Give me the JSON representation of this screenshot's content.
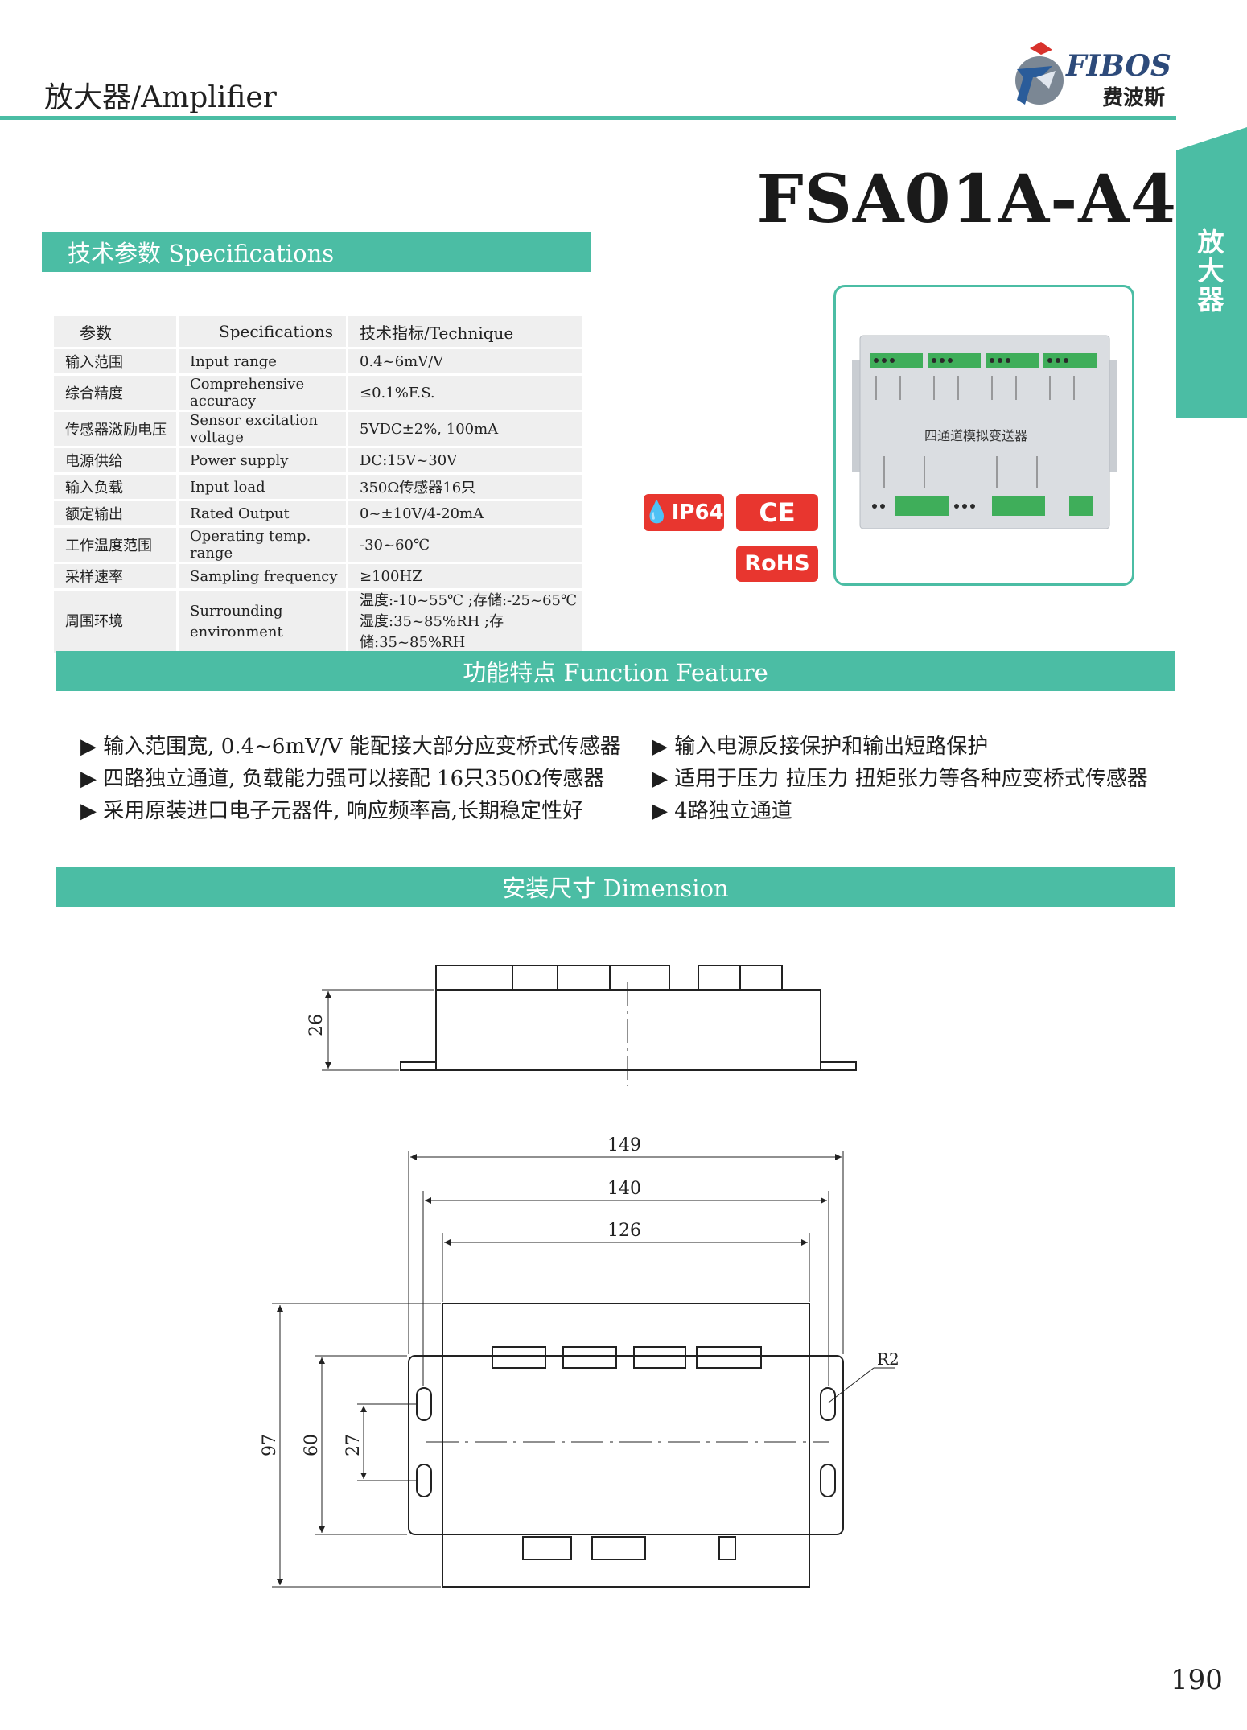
{
  "header": {
    "title": "放大器/Amplifier",
    "logo_text_en": "FIBOS",
    "logo_text_cn": "费波斯"
  },
  "model": "FSA01A-A4",
  "side_tab": {
    "label": "放大器"
  },
  "spec_section": {
    "title": "技术参数 Specifications",
    "columns": [
      "参数",
      "Specifications",
      "技术指标/Technique"
    ],
    "rows": [
      {
        "cn": "输入范围",
        "en": "Input range",
        "value": "0.4~6mV/V"
      },
      {
        "cn": "综合精度",
        "en": "Comprehensive accuracy",
        "value": "≤0.1%F.S."
      },
      {
        "cn": "传感器激励电压",
        "en": "Sensor excitation voltage",
        "value": "5VDC±2%, 100mA"
      },
      {
        "cn": "电源供给",
        "en": "Power supply",
        "value": "DC:15V~30V"
      },
      {
        "cn": "输入负载",
        "en": "Input load",
        "value": "350Ω传感器16只"
      },
      {
        "cn": "额定输出",
        "en": "Rated Output",
        "value": "0~±10V/4-20mA"
      },
      {
        "cn": "工作温度范围",
        "en": "Operating temp. range",
        "value": "-30~60℃"
      },
      {
        "cn": "采样速率",
        "en": "Sampling frequency",
        "value": "≥100HZ"
      }
    ],
    "env_row": {
      "cn": "周围环境",
      "en": "Surrounding environment",
      "value_line1": "温度:-10~55℃ ;存储:-25~65℃",
      "value_line2": "湿度:35~85%RH ;存储:35~85%RH"
    }
  },
  "product_photo": {
    "caption": "四通道模拟变送器"
  },
  "badges": {
    "ip": "IP64",
    "ce": "CE",
    "rohs": "RoHS"
  },
  "feature_section": {
    "title": "功能特点 Function Feature",
    "left": [
      "▶ 输入范围宽, 0.4~6mV/V 能配接大部分应变桥式传感器",
      "▶ 四路独立通道, 负载能力强可以接配 16只350Ω传感器",
      "▶ 采用原装进口电子元器件, 响应频率高,长期稳定性好"
    ],
    "right": [
      "▶ 输入电源反接保护和输出短路保护",
      "▶ 适用于压力 拉压力 扭矩张力等各种应变桥式传感器",
      "▶ 4路独立通道"
    ]
  },
  "dimension_section": {
    "title": "安装尺寸 Dimension",
    "labels": {
      "height": "26",
      "w_total": "149",
      "w_holes": "140",
      "w_body": "126",
      "h_total": "97",
      "h_flange": "60",
      "h_holes": "27",
      "radius": "R2"
    }
  },
  "page_number": "190"
}
